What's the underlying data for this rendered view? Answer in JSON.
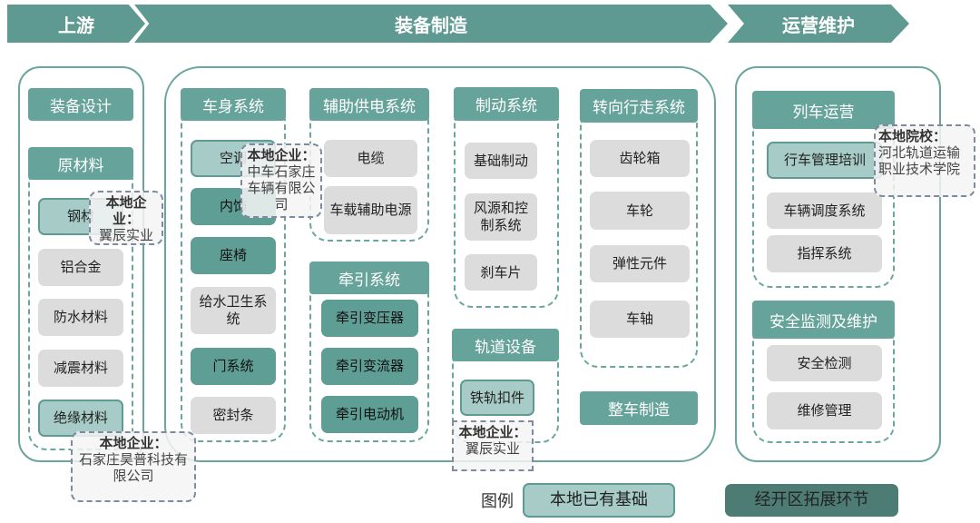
{
  "stages": [
    "上游",
    "装备制造",
    "运营维护"
  ],
  "upstream": {
    "design": "装备设计",
    "materials_header": "原材料",
    "materials": [
      "钢材",
      "铝合金",
      "防水材料",
      "减震材料",
      "绝缘材料"
    ]
  },
  "body": {
    "header": "车身系统",
    "items": [
      "空调",
      "内饰",
      "座椅",
      "给水卫生系统",
      "门系统",
      "密封条"
    ]
  },
  "aux_power": {
    "header": "辅助供电系统",
    "items": [
      "电缆",
      "车载辅助电源"
    ]
  },
  "traction": {
    "header": "牵引系统",
    "items": [
      "牵引变压器",
      "牵引变流器",
      "牵引电动机"
    ]
  },
  "brake": {
    "header": "制动系统",
    "items": [
      "基础制动",
      "风源和控制系统",
      "刹车片"
    ]
  },
  "track": {
    "header": "轨道设备",
    "items": [
      "铁轨扣件"
    ]
  },
  "bogie": {
    "header": "转向行走系统",
    "items": [
      "齿轮箱",
      "车轮",
      "弹性元件",
      "车轴"
    ]
  },
  "whole": "整车制造",
  "operation": {
    "header": "列车运营",
    "items": [
      "行车管理培训",
      "车辆调度系统",
      "指挥系统"
    ]
  },
  "safety": {
    "header": "安全监测及维护",
    "items": [
      "安全检测",
      "维修管理"
    ]
  },
  "callouts": [
    {
      "title": "本地企业：",
      "text": "翼辰实业"
    },
    {
      "title": "本地企业：",
      "text": "中车石家庄车辆有限公司"
    },
    {
      "title": "本地企业：",
      "text": "石家庄昊普科技有限公司"
    },
    {
      "title": "本地企业：",
      "text": "翼辰实业"
    },
    {
      "title": "本地院校：",
      "text": "河北轨道运输职业技术学院"
    }
  ],
  "legend": {
    "label": "图例",
    "existing": "本地已有基础",
    "expansion": "经开区拓展环节"
  },
  "colors": {
    "header": "#66a39a",
    "light": "#a7cbc6",
    "dark": "#5f9e95",
    "gray": "#dcdcdc",
    "legend_dark": "#4d7c74"
  }
}
